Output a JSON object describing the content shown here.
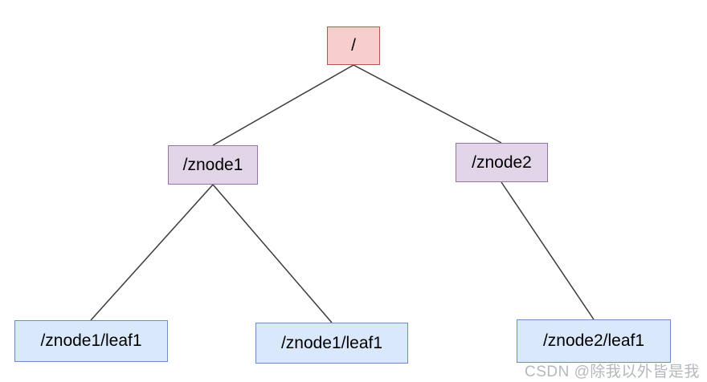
{
  "diagram": {
    "type": "tree",
    "nodes": {
      "root": {
        "label": "/",
        "level": "root"
      },
      "znode1": {
        "label": "/znode1",
        "level": "branch"
      },
      "znode2": {
        "label": "/znode2",
        "level": "branch"
      },
      "leaf1a": {
        "label": "/znode1/leaf1",
        "level": "leaf"
      },
      "leaf1b": {
        "label": "/znode1/leaf1",
        "level": "leaf"
      },
      "leaf2": {
        "label": "/znode2/leaf1",
        "level": "leaf"
      }
    },
    "edges": [
      {
        "from": "root",
        "to": "znode1"
      },
      {
        "from": "root",
        "to": "znode2"
      },
      {
        "from": "znode1",
        "to": "leaf1a"
      },
      {
        "from": "znode1",
        "to": "leaf1b"
      },
      {
        "from": "znode2",
        "to": "leaf2"
      }
    ],
    "colors": {
      "root": {
        "fill": "#f8cecc",
        "border": "#b85450"
      },
      "branch": {
        "fill": "#e1d5e7",
        "border": "#9673a6"
      },
      "leaf": {
        "fill": "#dae8fc",
        "border": "#6c8ebf"
      },
      "edge": "#3b3b3b",
      "text": "#000000",
      "watermark": "#b3b9bf"
    }
  },
  "watermark": {
    "text": "CSDN @除我以外皆是我"
  }
}
